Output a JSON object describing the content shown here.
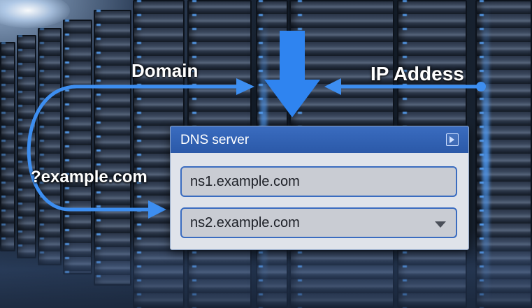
{
  "flow": {
    "domain_label": "Domain",
    "ip_label": "IP Addess",
    "example_label": "?example.com"
  },
  "dns_panel": {
    "title": "DNS server",
    "expand_icon": "expand-arrow-icon",
    "fields": [
      {
        "value": "ns1.example.com"
      },
      {
        "value": "ns2.example.com",
        "icon": "chevron-down-icon"
      }
    ]
  },
  "colors": {
    "accent": "#3a6cc0",
    "arrow": "#3d8ef0",
    "panel_bg": "#dfe3ea",
    "field_bg": "#c9ccd3"
  }
}
